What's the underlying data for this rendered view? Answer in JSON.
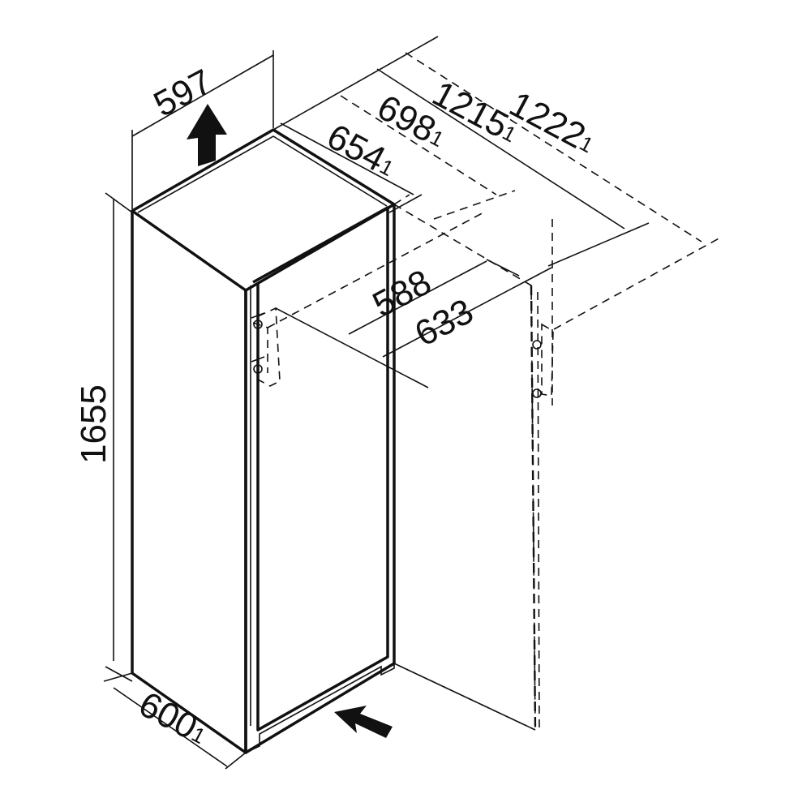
{
  "dimensions": {
    "width_top": "597",
    "depth_654": "654",
    "depth_698": "698",
    "depth_1215": "1215",
    "depth_1222": "1222",
    "depth_588": "588",
    "depth_633": "633",
    "height": "1655",
    "width_bottom": "600",
    "footnote_marker": "1"
  },
  "icons": {
    "vent_up": "ventilation-up-arrow-icon",
    "air_in": "air-intake-arrow-icon"
  },
  "colors": {
    "ink": "#111111",
    "background": "#ffffff"
  }
}
